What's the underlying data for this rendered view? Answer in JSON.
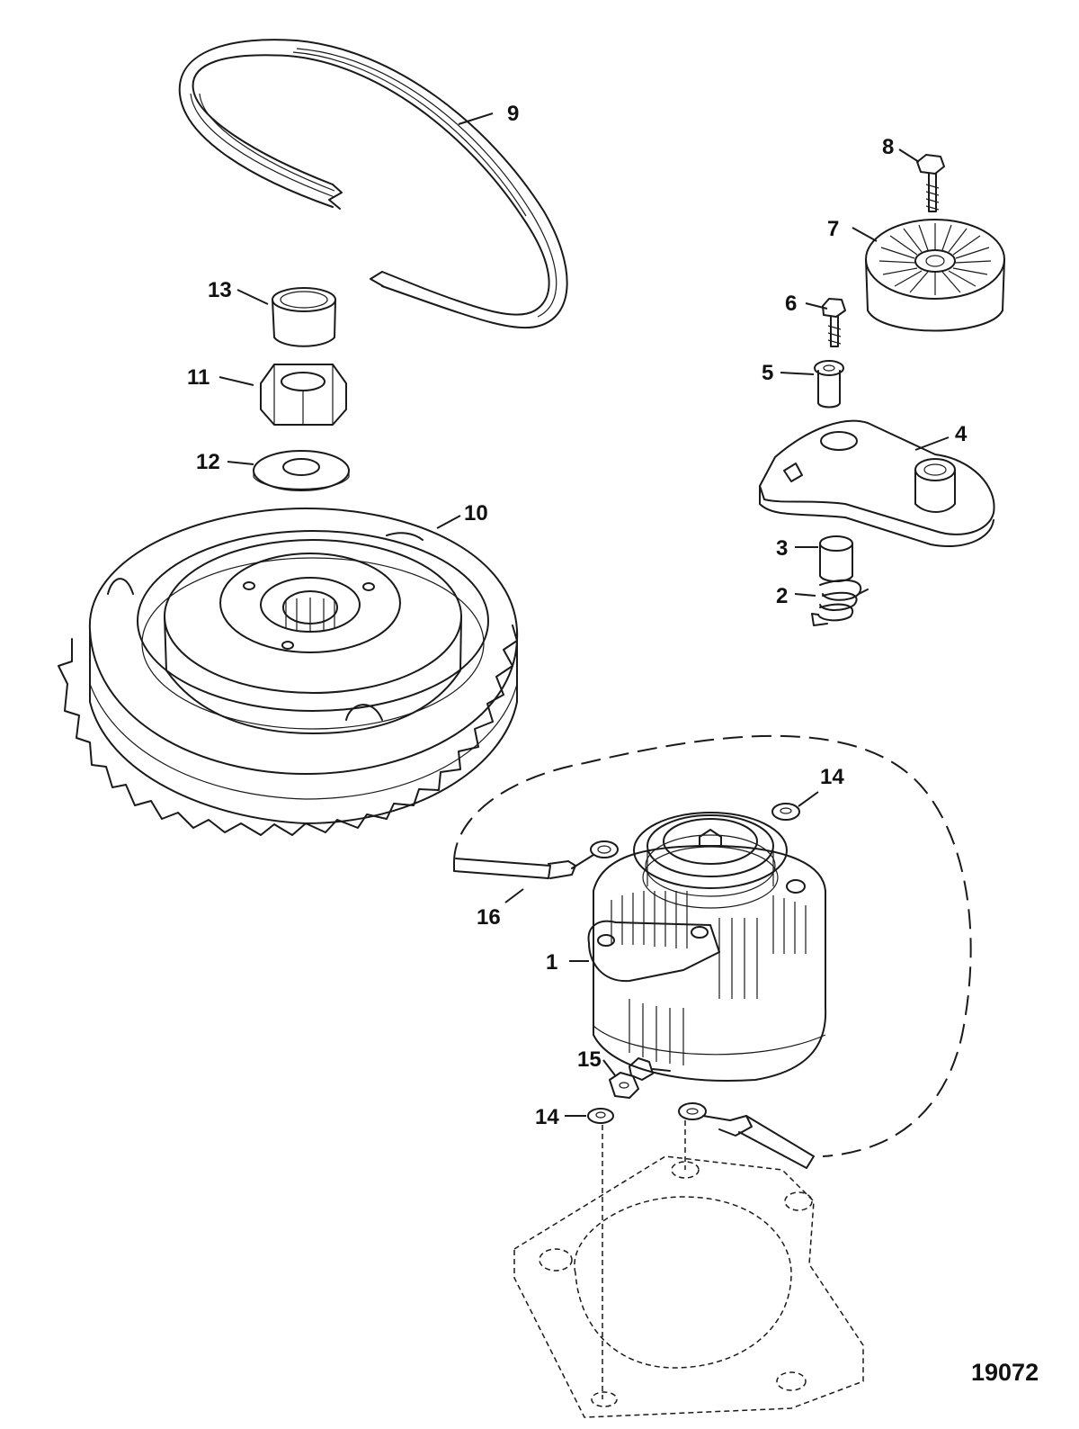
{
  "figure_number": "19072",
  "callouts": [
    {
      "id": "c1",
      "label": "1"
    },
    {
      "id": "c2",
      "label": "2"
    },
    {
      "id": "c3",
      "label": "3"
    },
    {
      "id": "c4",
      "label": "4"
    },
    {
      "id": "c5",
      "label": "5"
    },
    {
      "id": "c6",
      "label": "6"
    },
    {
      "id": "c7",
      "label": "7"
    },
    {
      "id": "c8",
      "label": "8"
    },
    {
      "id": "c9",
      "label": "9"
    },
    {
      "id": "c10",
      "label": "10"
    },
    {
      "id": "c11",
      "label": "11"
    },
    {
      "id": "c12",
      "label": "12"
    },
    {
      "id": "c13",
      "label": "13"
    },
    {
      "id": "c14a",
      "label": "14"
    },
    {
      "id": "c14b",
      "label": "14"
    },
    {
      "id": "c15",
      "label": "15"
    },
    {
      "id": "c16",
      "label": "16"
    }
  ]
}
